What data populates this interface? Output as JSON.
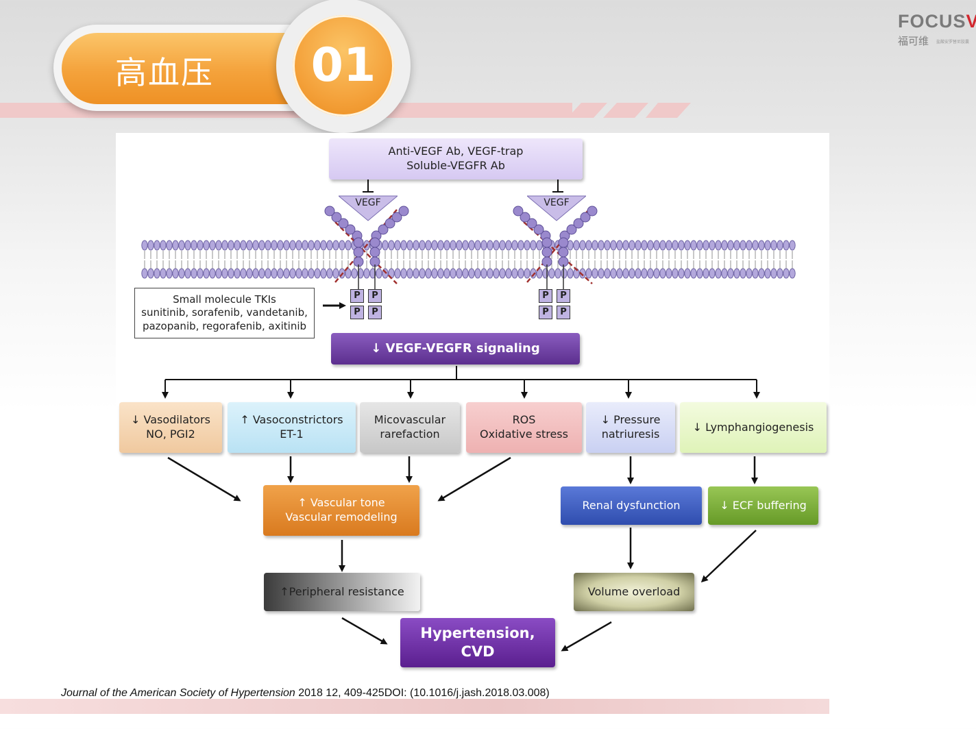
{
  "title": "高血压",
  "section_number": "01",
  "logo": {
    "brand_main": "FOCUS",
    "brand_v": "V",
    "brand_cn": "福可维",
    "brand_sub": "盐酸安罗替尼胶囊"
  },
  "diagram": {
    "inhibitor": "Anti-VEGF Ab, VEGF-trap\nSoluble-VEGFR Ab",
    "vegf_left": "VEGF",
    "vegf_right": "VEGF",
    "phospho": "P",
    "tki": "Small molecule TKIs\nsunitinib, sorafenib, vandetanib,\npazopanib, regorafenib, axitinib",
    "signaling": "↓ VEGF-VEGFR signaling",
    "effects": [
      {
        "text": "↓ Vasodilators\nNO, PGI2"
      },
      {
        "text": "↑ Vasoconstrictors\nET-1"
      },
      {
        "text": "Micovascular\nrarefaction"
      },
      {
        "text": "ROS\nOxidative stress"
      },
      {
        "text": "↓ Pressure\nnatriuresis"
      },
      {
        "text": "↓ Lymphangiogenesis"
      }
    ],
    "vascular": "↑ Vascular tone\nVascular remodeling",
    "renal": "Renal  dysfunction",
    "ecf": "↓ ECF buffering",
    "peripheral": "↑Peripheral resistance",
    "volume": "Volume overload",
    "outcome": "Hypertension,\nCVD"
  },
  "citation": {
    "journal": "Journal of the American Society of Hypertension",
    "rest": " 2018 12, 409-425DOI: (10.1016/j.jash.2018.03.008)"
  },
  "colors": {
    "title_orange": "#f4a23b",
    "signaling_purple": "#6a3b9c",
    "outcome_purple": "#6b2ea0",
    "renal_blue": "#3b5cc4",
    "ecf_green": "#7fae3a",
    "vascular_orange": "#e98a2a"
  }
}
